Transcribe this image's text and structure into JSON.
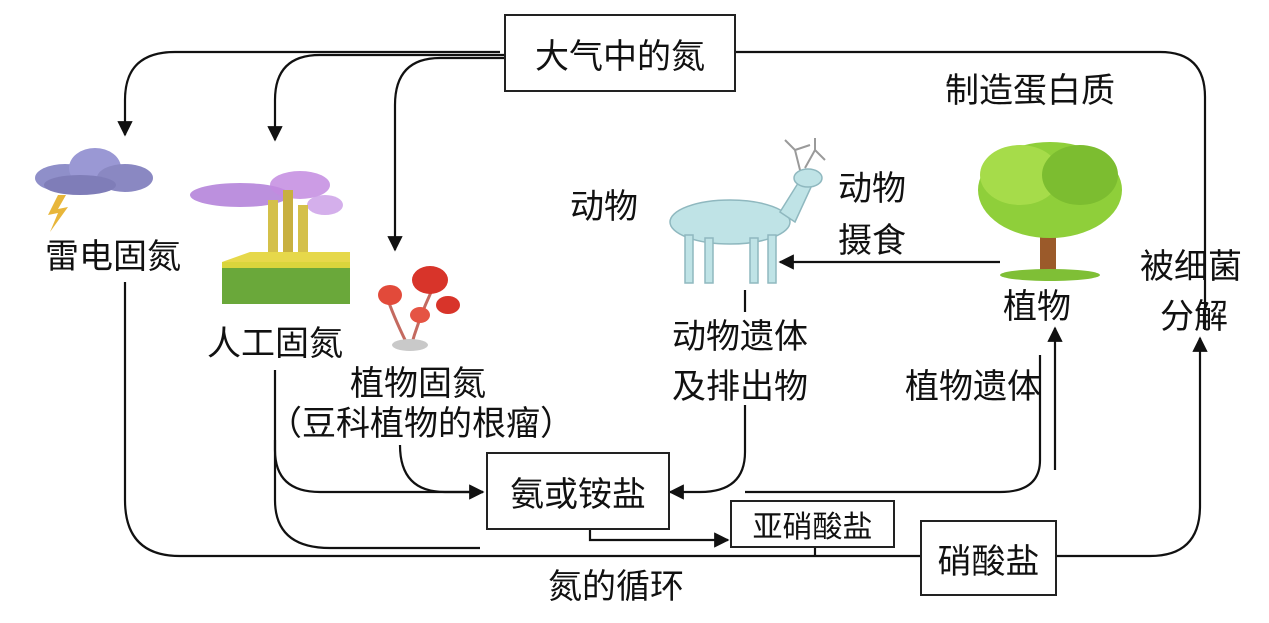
{
  "diagram": {
    "caption": "氮的循环",
    "nodes": {
      "atmosphere": "大气中的氮",
      "lightning_fixation": "雷电固氮",
      "industrial_fixation": "人工固氮",
      "plant_fixation": "植物固氮",
      "plant_fixation_note": "（豆科植物的根瘤）",
      "ammonia": "氨或铵盐",
      "nitrite": "亚硝酸盐",
      "nitrate": "硝酸盐",
      "animal": "动物",
      "plant": "植物",
      "animal_remains": "动物遗体",
      "animal_excretion": "及排出物",
      "plant_remains": "植物遗体"
    },
    "edge_labels": {
      "make_protein": "制造蛋白质",
      "animal_eating_1": "动物",
      "animal_eating_2": "摄食",
      "bacteria_1": "被细菌",
      "bacteria_2": "分解"
    },
    "icons": [
      "thundercloud-icon",
      "factory-icon",
      "legume-plant-icon",
      "deer-icon",
      "tree-icon"
    ]
  }
}
